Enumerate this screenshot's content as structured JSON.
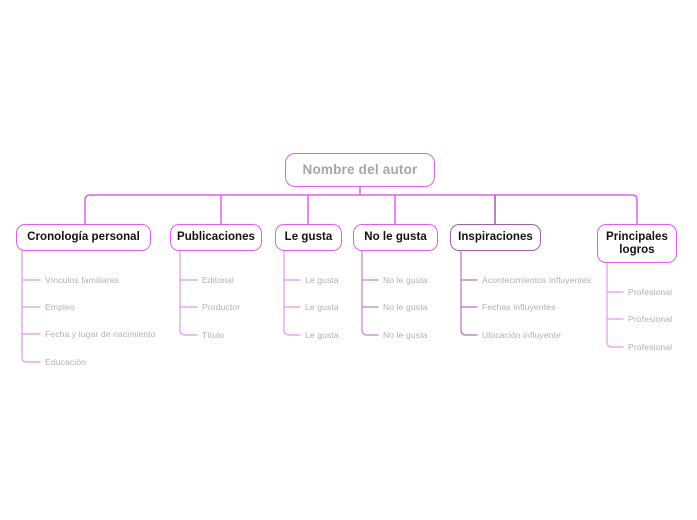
{
  "diagram": {
    "title_node": {
      "label": "Nombre del autor"
    },
    "colors": {
      "accent": "#e05ef0",
      "accent_muted": "#9e5fa8",
      "accent_light": "#efa9f3",
      "root_text": "#a6a6a6",
      "branch_text": "#111111",
      "leaf_text": "#b0b0b0",
      "background": "#ffffff"
    },
    "branches": [
      {
        "label": "Cronología personal",
        "leaves": [
          "Vínculos familiares",
          "Empleo",
          "Fecha y lugar de nacimiento",
          "Educación"
        ]
      },
      {
        "label": "Publicaciones",
        "leaves": [
          "Editorial",
          "Productor",
          "Título"
        ]
      },
      {
        "label": "Le gusta",
        "leaves": [
          "Le gusta",
          "Le gusta",
          "Le gusta"
        ]
      },
      {
        "label": "No le gusta",
        "leaves": [
          "No le gusta",
          "No le gusta",
          "No le gusta"
        ]
      },
      {
        "label": "Inspiraciones",
        "leaves": [
          "Acontecimientos influyentes",
          "Fechas influyentes",
          "Ubicación influyente"
        ]
      },
      {
        "label": "Principales logros",
        "label_line1": "Principales",
        "label_line2": "logros",
        "leaves": [
          "Profesional",
          "Profesional",
          "Profesional"
        ]
      }
    ]
  }
}
